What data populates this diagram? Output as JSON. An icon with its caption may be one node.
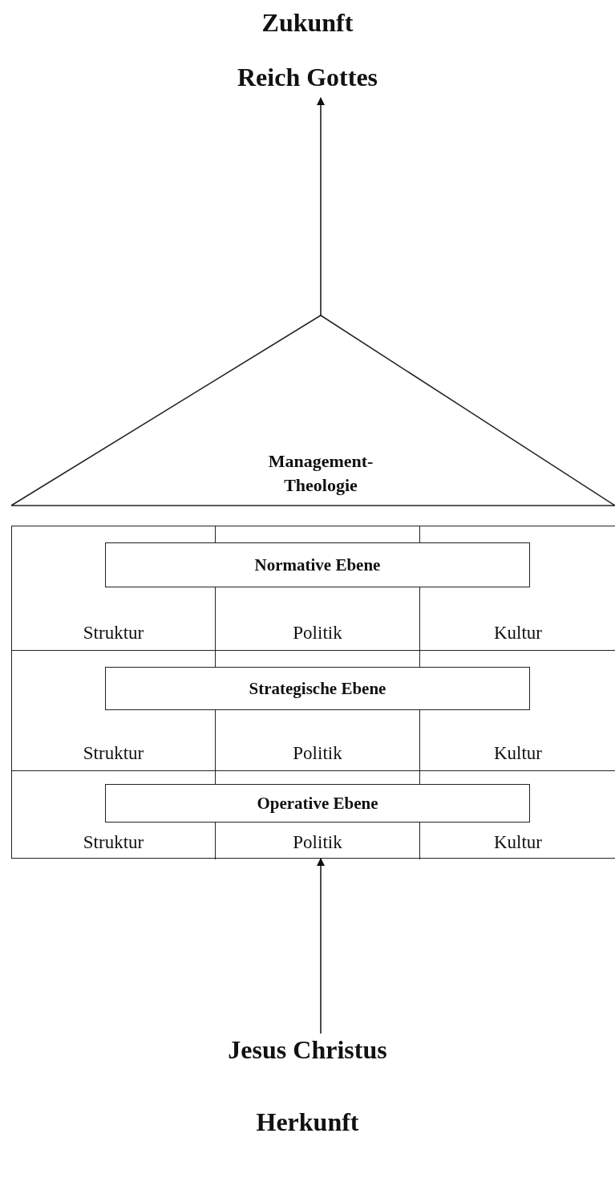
{
  "diagram": {
    "nodes": [
      {
        "text": [
          "Reich Gottes"
        ]
      },
      {
        "text": [
          "Management-Theologie"
        ]
      },
      {
        "text": [],
        "shape": "box"
      },
      {
        "text": [
          "Normative Ebene"
        ],
        "in": 2
      },
      {
        "text": [
          "Struktur"
        ],
        "in": 2
      },
      {
        "text": [
          "Politik"
        ],
        "in": 2
      },
      {
        "text": [
          "Kultur"
        ],
        "in": 2
      },
      {
        "text": [
          "Strategische Ebene"
        ],
        "in": 2
      },
      {
        "text": [
          "Struktur"
        ],
        "in": 2
      },
      {
        "text": [
          "Politik"
        ],
        "in": 2
      },
      {
        "text": [
          "Kultur"
        ],
        "in": 2
      },
      {
        "text": [
          "Operative Ebene"
        ],
        "in": 2
      },
      {
        "text": [
          "Struktur"
        ],
        "in": 2
      },
      {
        "text": [
          "Politik"
        ],
        "in": 2
      },
      {
        "text": [
          "Kultur"
        ],
        "in": 2
      },
      {
        "text": [
          "Jesus Christus"
        ]
      }
    ],
    "edges": [
      {
        "from": 1,
        "to": 0,
        "arrow": "to"
      },
      {
        "from": 15,
        "to": 2,
        "arrow": "to"
      }
    ],
    "labels": [
      "Zukunft",
      "Herkunft"
    ]
  }
}
